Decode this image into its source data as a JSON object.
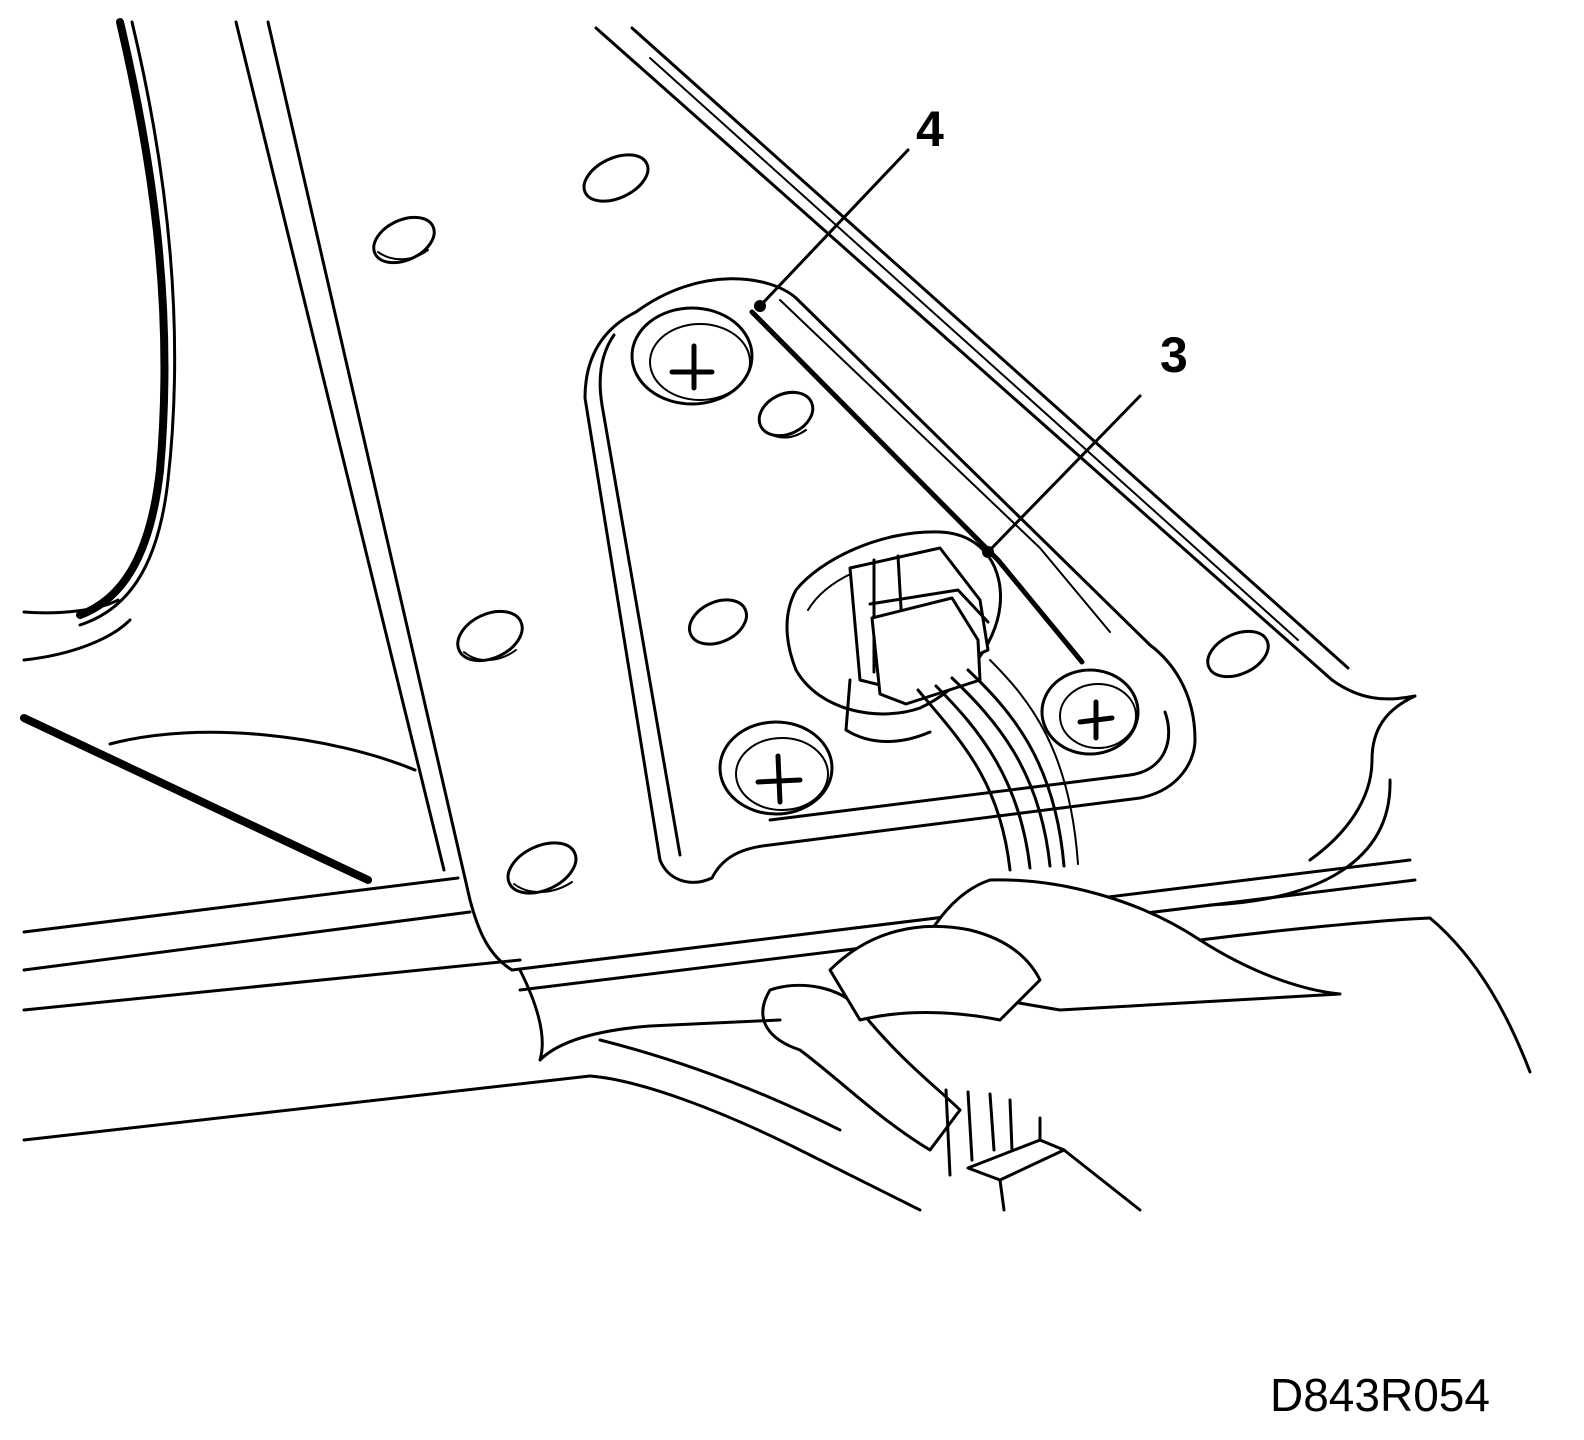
{
  "callouts": {
    "c4": "4",
    "c3": "3"
  },
  "figure_code": "D843R054",
  "icons": [
    "screw-icon",
    "connector-icon",
    "wire-harness-icon"
  ]
}
